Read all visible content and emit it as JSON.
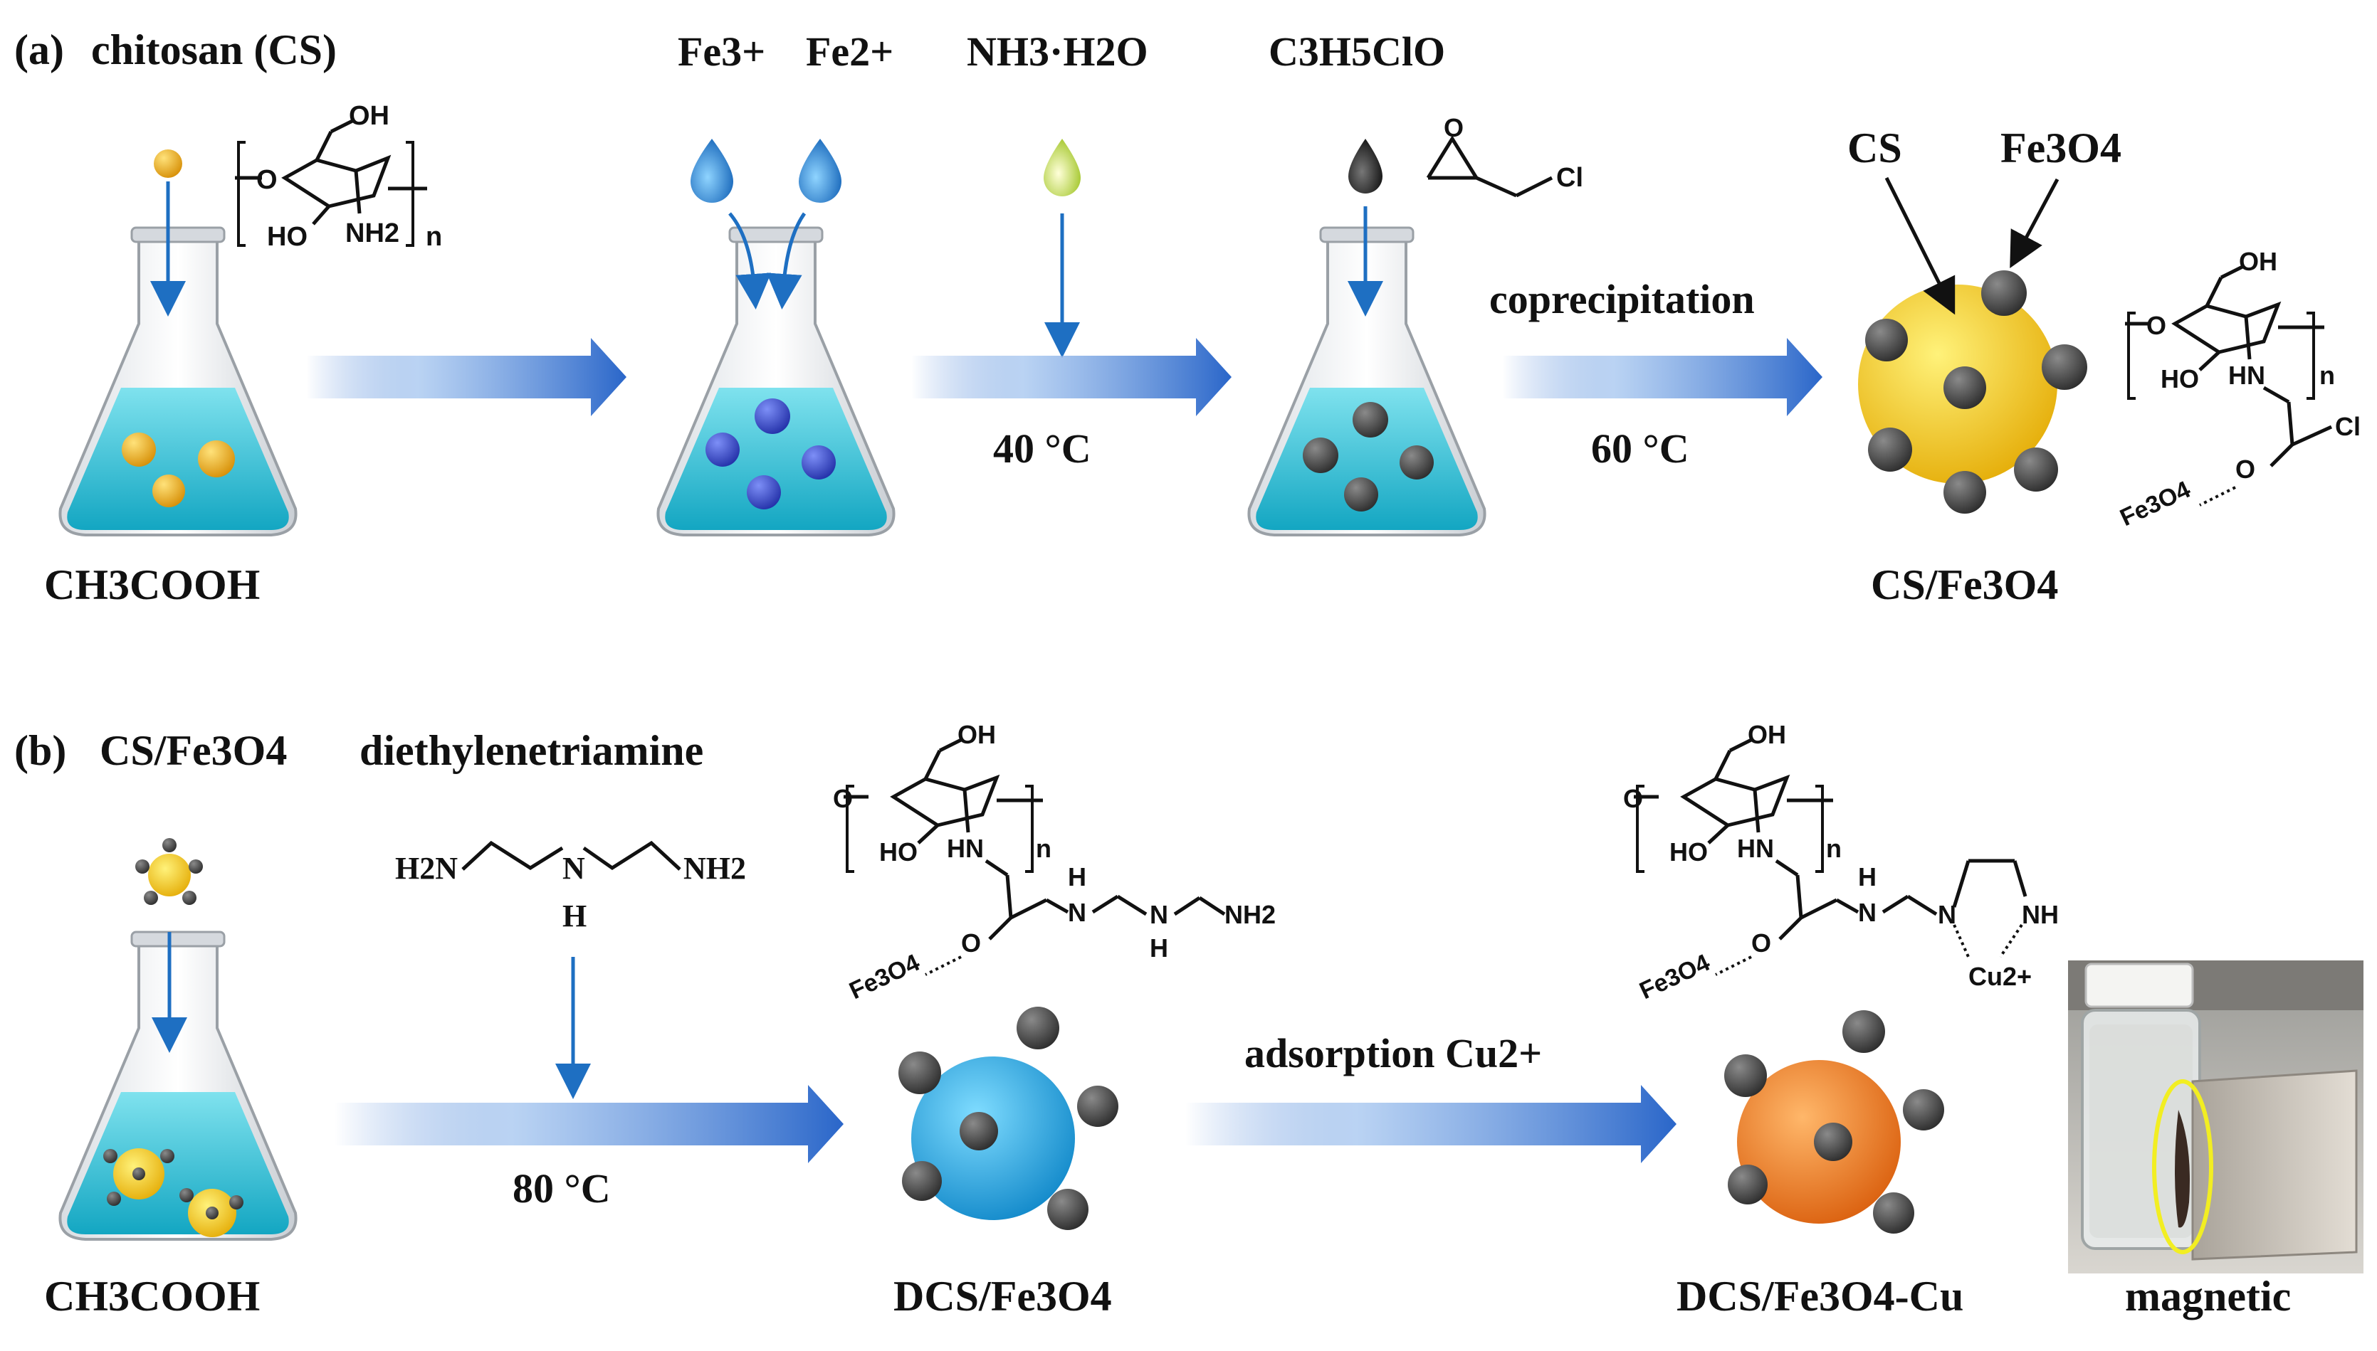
{
  "colors": {
    "water": "#2dbfd6",
    "drop_blue": "#1b78c9",
    "chitosan_gold": "#f0a818",
    "fe_blue": "#3445c8",
    "fe3o4_gray": "#4a4a4a",
    "sphere_yellow": "#f5c30e",
    "sphere_cyan": "#18a9e6",
    "sphere_orange": "#f07a1a",
    "arrow_blue": "#2f6fd0",
    "highlight_yellow": "#f2ee22"
  },
  "panel_a": {
    "tag": "(a)",
    "title": "chitosan (CS)",
    "flask1_label": "CH3COOH",
    "fe3": "Fe3+",
    "fe2": "Fe2+",
    "ammonia": "NH3·H2O",
    "epichlorohydrin": "C3H5ClO",
    "epi_cl": "Cl",
    "epi_o": "O",
    "temp1": "40 °C",
    "step3": "coprecipitation",
    "temp2": "60 °C",
    "cs_pointer": "CS",
    "fe3o4_pointer": "Fe3O4",
    "product": "CS/Fe3O4",
    "struct_cs": {
      "oh": "OH",
      "o": "O",
      "ho": "HO",
      "nh2": "NH2",
      "n": "n"
    },
    "struct_cross": {
      "oh": "OH",
      "ho": "HO",
      "hn": "HN",
      "n": "n",
      "cl": "Cl",
      "o": "O",
      "fe3o4": "Fe3O4"
    }
  },
  "panel_b": {
    "tag": "(b)",
    "title": "CS/Fe3O4",
    "reagent": "diethylenetriamine",
    "flask_label": "CH3COOH",
    "temp": "80 °C",
    "step": "adsorption Cu2+",
    "product1": "DCS/Fe3O4",
    "product2": "DCS/Fe3O4-Cu",
    "photo_label": "magnetic",
    "deta": {
      "h2n": "H2N",
      "nh": "N",
      "h": "H",
      "nh2": "NH2"
    },
    "struct_dcs": {
      "oh": "OH",
      "ho": "HO",
      "hn": "HN",
      "n": "n",
      "nh1": "N",
      "h1": "H",
      "nh2a": "N",
      "h2": "H",
      "nh2": "NH2",
      "fe3o4": "Fe3O4"
    },
    "struct_cu": {
      "oh": "OH",
      "ho": "HO",
      "hn": "HN",
      "n": "n",
      "nh": "N",
      "h": "H",
      "n2": "N",
      "nh3": "NH",
      "cu": "Cu2+",
      "fe3o4": "Fe3O4"
    }
  }
}
